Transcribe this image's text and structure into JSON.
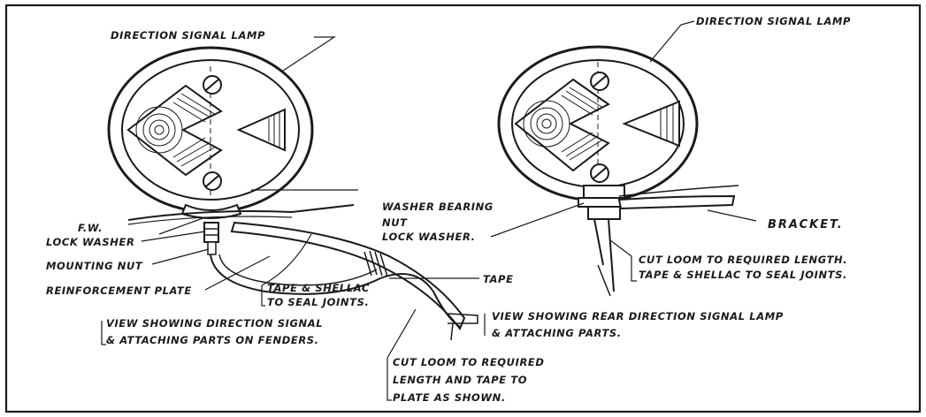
{
  "labels": {
    "left_lamp_title": "DIRECTION SIGNAL LAMP",
    "right_lamp_title": "DIRECTION SIGNAL LAMP",
    "fw": "F.W.",
    "lock_washer_left": "LOCK WASHER",
    "mounting_nut": "MOUNTING NUT",
    "reinforcement_plate": "REINFORCEMENT  PLATE",
    "tape_shellac_1": "TAPE & SHELLAC",
    "tape_shellac_2": "TO SEAL JOINTS.",
    "tape": "TAPE",
    "washer_bearing": "WASHER BEARING",
    "nut": "NUT",
    "lock_washer_right": "LOCK WASHER.",
    "bracket": "BRACKET.",
    "cut_loom_right_1": "CUT LOOM TO REQUIRED LENGTH.",
    "cut_loom_right_2": "TAPE & SHELLAC TO SEAL JOINTS.",
    "view_fenders_1": "VIEW SHOWING DIRECTION SIGNAL",
    "view_fenders_2": "& ATTACHING PARTS ON FENDERS.",
    "view_rear_1": "VIEW SHOWING REAR DIRECTION SIGNAL LAMP",
    "view_rear_2": "& ATTACHING PARTS.",
    "cut_loom_center_1": "CUT LOOM TO REQUIRED",
    "cut_loom_center_2": "LENGTH AND TAPE TO",
    "cut_loom_center_3": "PLATE AS SHOWN."
  }
}
